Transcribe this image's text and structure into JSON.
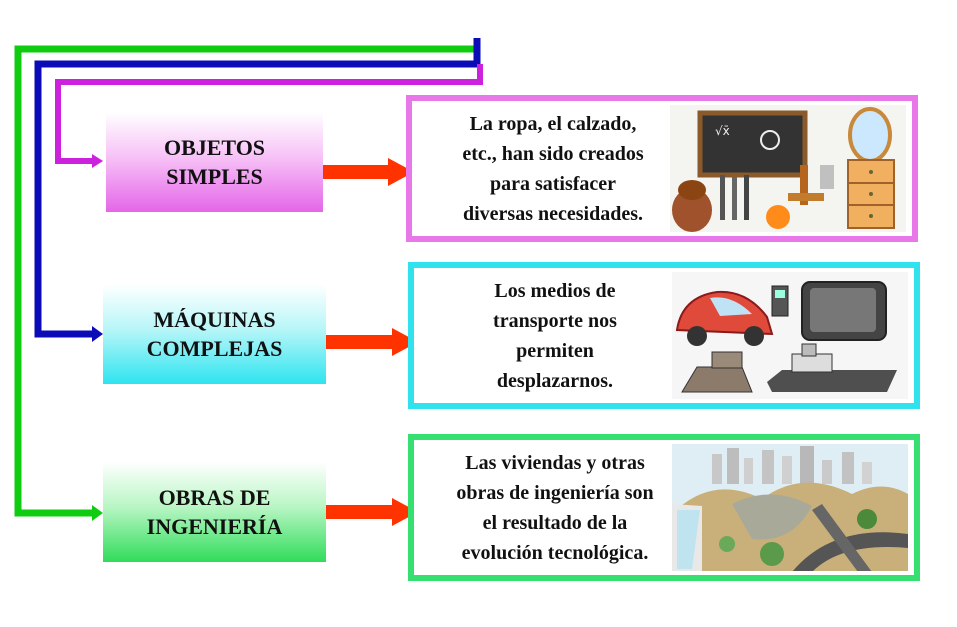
{
  "categories": [
    {
      "label": "OBJETOS\nSIMPLES"
    },
    {
      "label": "MÁQUINAS\nCOMPLEJAS"
    },
    {
      "label": "OBRAS DE\nINGENIERÍA"
    }
  ],
  "panels": [
    {
      "text": "La ropa, el calzado,\netc., han sido creados\npara satisfacer\ndiversas necesidades."
    },
    {
      "text": "Los medios de\ntransporte nos\npermiten\ndesplazarnos."
    },
    {
      "text": "Las viviendas y otras\nobras de ingeniería son\nel resultado de la\nevolución tecnológica."
    }
  ],
  "colors": {
    "green": "#10cc10",
    "blue": "#0b0bb8",
    "magenta": "#cc22dd",
    "arrow_red": "#ff3300",
    "panel_pink": "#e878ea",
    "panel_cyan": "#2fe2ee",
    "panel_green": "#36e070"
  },
  "icons": {
    "panel1": "classroom-objects-illustration",
    "panel2": "vehicles-illustration",
    "panel3": "city-dam-illustration"
  }
}
